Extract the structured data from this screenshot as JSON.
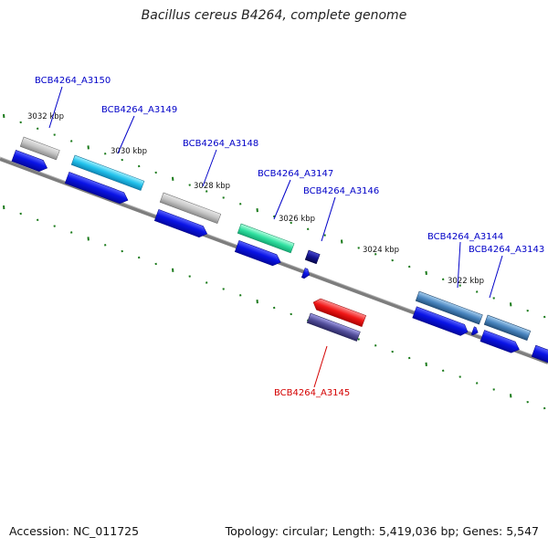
{
  "title": "Bacillus cereus B4264, complete genome",
  "accession": "Accession: NC_011725",
  "summary": "Topology: circular; Length: 5,419,036 bp; Genes: 5,547",
  "colors": {
    "backbone": "#7f7f7f",
    "tick": "#1a7a1a",
    "cds": "#0a14e6",
    "label": "#0000c8",
    "highlight_label": "#d40000"
  },
  "scale_labels": [
    "3032 kbp",
    "3030 kbp",
    "3028 kbp",
    "3026 kbp",
    "3024 kbp",
    "3022 kbp"
  ],
  "genes": [
    {
      "label": "BCB4264_A3150",
      "color": "#bdbdbd"
    },
    {
      "label": "BCB4264_A3149",
      "color": "#1eb4dc"
    },
    {
      "label": "BCB4264_A3148",
      "color": "#bdbdbd"
    },
    {
      "label": "BCB4264_A3147",
      "color": "#2adc96"
    },
    {
      "label": "BCB4264_A3146",
      "color": "#0a0a78"
    },
    {
      "label": "BCB4264_A3145",
      "color": "#f01414"
    },
    {
      "label": "BCB4264_A3144",
      "color": "#3c78b4"
    },
    {
      "label": "BCB4264_A3143",
      "color": "#3c78b4"
    }
  ]
}
